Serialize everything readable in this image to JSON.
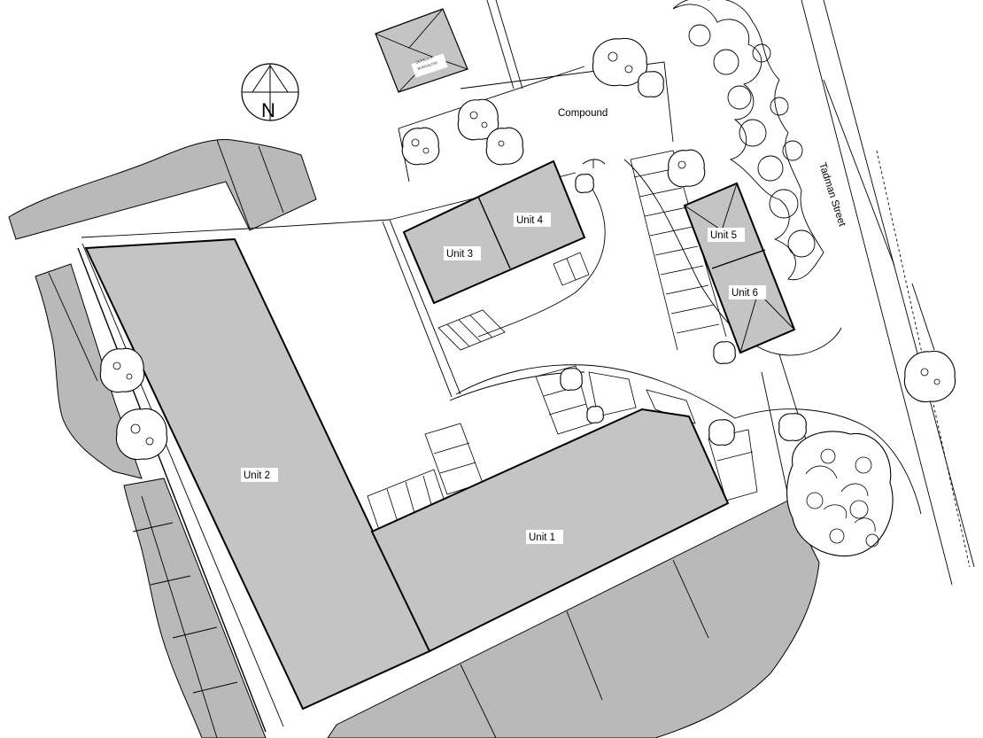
{
  "map": {
    "units": [
      {
        "id": "unit-1",
        "label": "Unit  1"
      },
      {
        "id": "unit-2",
        "label": "Unit  2"
      },
      {
        "id": "unit-3",
        "label": "Unit  3"
      },
      {
        "id": "unit-4",
        "label": "Unit  4"
      },
      {
        "id": "unit-5",
        "label": "Unit  5"
      },
      {
        "id": "unit-6",
        "label": "Unit  6"
      }
    ],
    "compound_label": "Compound",
    "street_name": "Tadman  Street",
    "bungalow_label_line1": "DERELICT",
    "bungalow_label_line2": "BUNGALOW",
    "north_label": "N"
  },
  "colors": {
    "building_fill": "#c4c4c4",
    "neighbour_fill": "#b9b9b9",
    "line": "#000000",
    "background": "#ffffff"
  },
  "icons": [
    "north-arrow-icon",
    "tree-icon"
  ]
}
